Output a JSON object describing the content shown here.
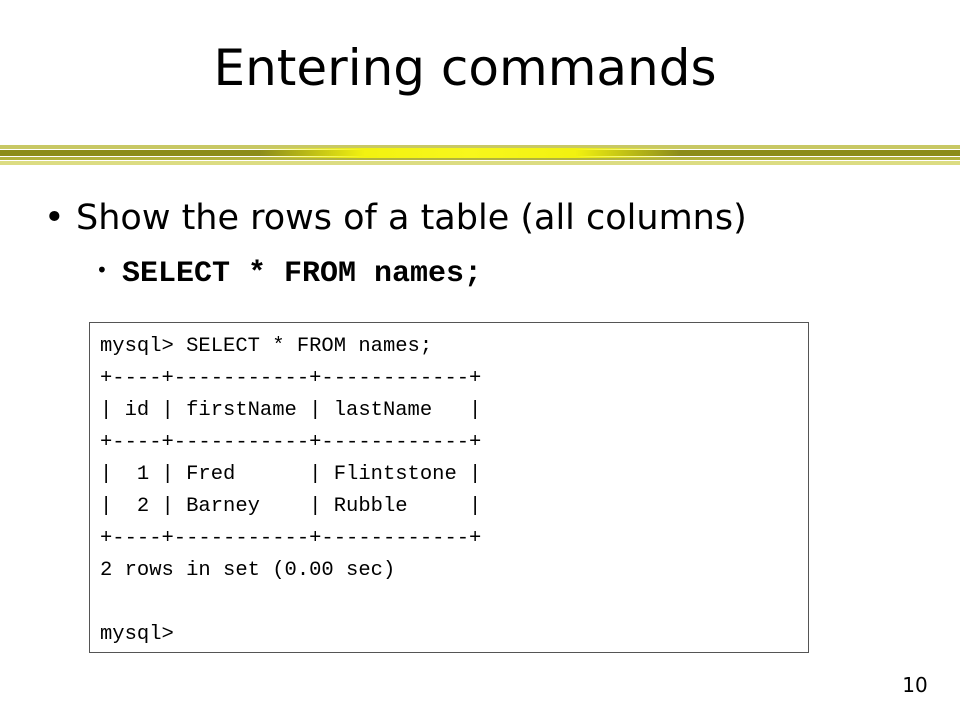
{
  "slide": {
    "title": "Entering commands",
    "bullet_marker": "•",
    "bullet_1": "Show the rows of a table (all columns)",
    "bullet_2": "SELECT * FROM names;",
    "page_number": "10"
  },
  "terminal": {
    "lines": [
      "mysql> SELECT * FROM names;",
      "+----+-----------+------------+",
      "| id | firstName | lastName   |",
      "+----+-----------+------------+",
      "|  1 | Fred      | Flintstone |",
      "|  2 | Barney    | Rubble     |",
      "+----+-----------+------------+",
      "2 rows in set (0.00 sec)",
      "",
      "mysql>"
    ]
  },
  "colors": {
    "divider_bar": "#8c8c1a",
    "divider_highlight": "#f2f210",
    "terminal_border": "#555555"
  }
}
